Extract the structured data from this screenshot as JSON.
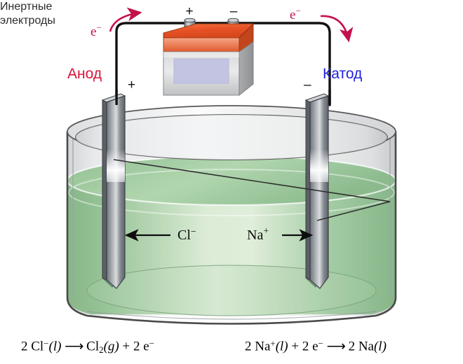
{
  "diagram": {
    "title_semantic": "electrolysis-of-molten-sodium-chloride",
    "language": "ru"
  },
  "labels": {
    "anode": "Анод",
    "cathode": "Катод",
    "inert_electrodes_line1": "Инертные",
    "inert_electrodes_line2": "электроды",
    "electron_left": "e",
    "electron_right": "e",
    "electron_superscript": "−",
    "battery_plus": "+",
    "battery_minus": "−",
    "electrode_left_sign": "+",
    "electrode_right_sign": "−",
    "ion_chloride": "Cl",
    "ion_chloride_charge": "−",
    "ion_sodium": "Na",
    "ion_sodium_charge": "+"
  },
  "equations": {
    "anode_reaction": "2 Cl⁻(l) ⟶ Cl₂(g) + 2 e⁻",
    "cathode_reaction": "2 Na⁺(l) + 2 e⁻ ⟶ 2 Na(l)",
    "anode_parts": {
      "coeff1": "2",
      "species1": "Cl",
      "charge1": "−",
      "state1": "(l)",
      "arrow": "⟶",
      "coeff2": "",
      "species2": "Cl",
      "sub2": "2",
      "state2": "(g)",
      "plus": "+",
      "coeff3": "2",
      "species3": "e",
      "charge3": "−"
    },
    "cathode_parts": {
      "coeff1": "2",
      "species1": "Na",
      "charge1": "+",
      "state1": "(l)",
      "plus": "+",
      "coeff2": "2",
      "species2": "e",
      "charge2": "−",
      "arrow": "⟶",
      "coeff3": "2",
      "species3": "Na",
      "state3": "(l)"
    }
  },
  "colors": {
    "anode_label": "#d7143c",
    "cathode_label": "#2222dd",
    "electron_arrow": "#c4104a",
    "battery_top": "#e8502a",
    "battery_body": "#d2d2d2",
    "battery_label_panel": "#c3c3e0",
    "liquid_green": "#8dbf8d",
    "liquid_light": "#d5e8d0",
    "electrode_metal": "#8a8f96",
    "glass": "#e9eaec",
    "wire": "#111111",
    "leader_line": "#333333",
    "equation_text": "#000000"
  }
}
